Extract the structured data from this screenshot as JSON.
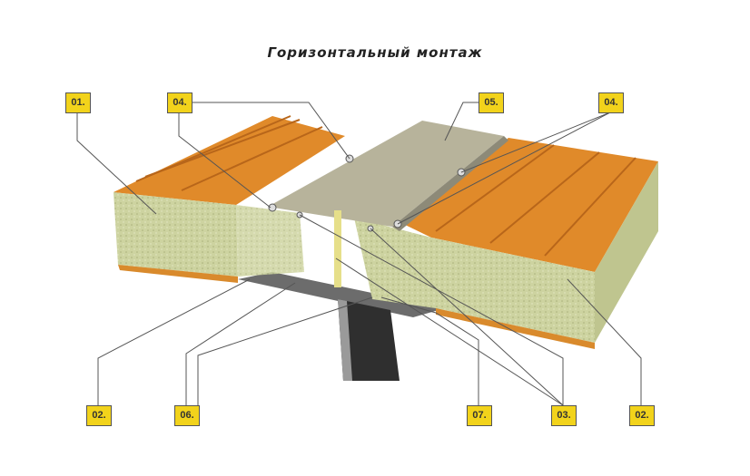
{
  "title": "Горизонтальный монтаж",
  "labels": {
    "l01": "01.",
    "l04a": "04.",
    "l05": "05.",
    "l04b": "04.",
    "l02a": "02.",
    "l06": "06.",
    "l07": "07.",
    "l03": "03.",
    "l02b": "02."
  },
  "colors": {
    "label_bg": "#f2d31b",
    "panel_top": "#e38a26",
    "mineral_wool": "#c9cf9a",
    "flashing": "#b8b39a",
    "steel": "#3a3a3a"
  }
}
